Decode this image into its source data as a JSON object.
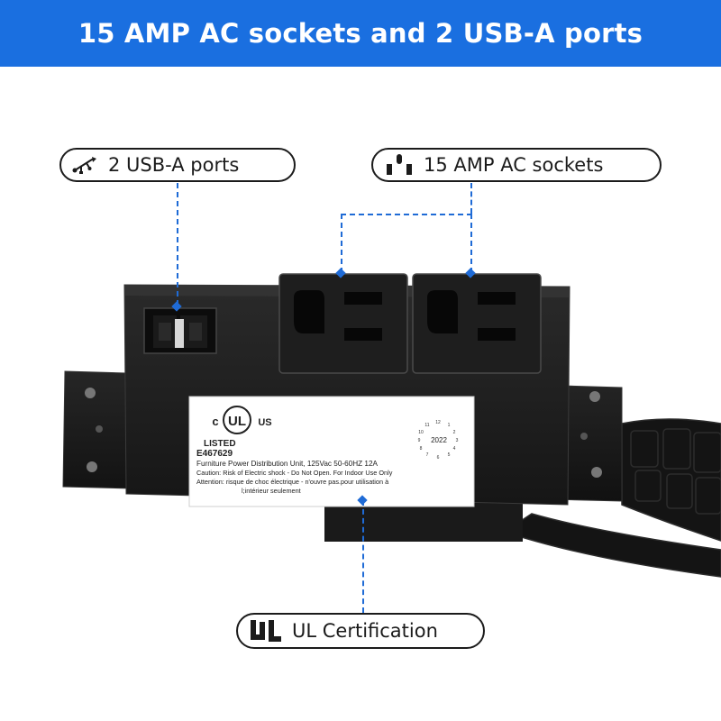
{
  "banner": {
    "title": "15 AMP AC sockets and 2 USB-A ports"
  },
  "callouts": {
    "usb": {
      "label": "2 USB-A ports",
      "icon": "usb-icon"
    },
    "ac": {
      "label": "15 AMP AC sockets",
      "icon": "outlet-icon"
    },
    "ul": {
      "label": "UL Certification",
      "icon": "ul-logo-icon"
    }
  },
  "ul_label": {
    "listed": "LISTED",
    "file_number": "E467629",
    "line1": "Furniture Power Distribution Unit, 125Vac 50-60HZ 12A",
    "line2": "Caution: Risk of Electric shock - Do Not Open. For Indoor Use Only",
    "line3": "Attention: risque de choc électrique - n'ouvre pas.pour utilisation à",
    "line4": "l;intérieur seulement",
    "year": "2022",
    "mark_c": "c",
    "mark_us": "US",
    "mark_ul": "UL"
  },
  "colors": {
    "banner": "#1a6fe0",
    "dashed_line": "#1f6bd6",
    "device": "#1c1c1c"
  }
}
